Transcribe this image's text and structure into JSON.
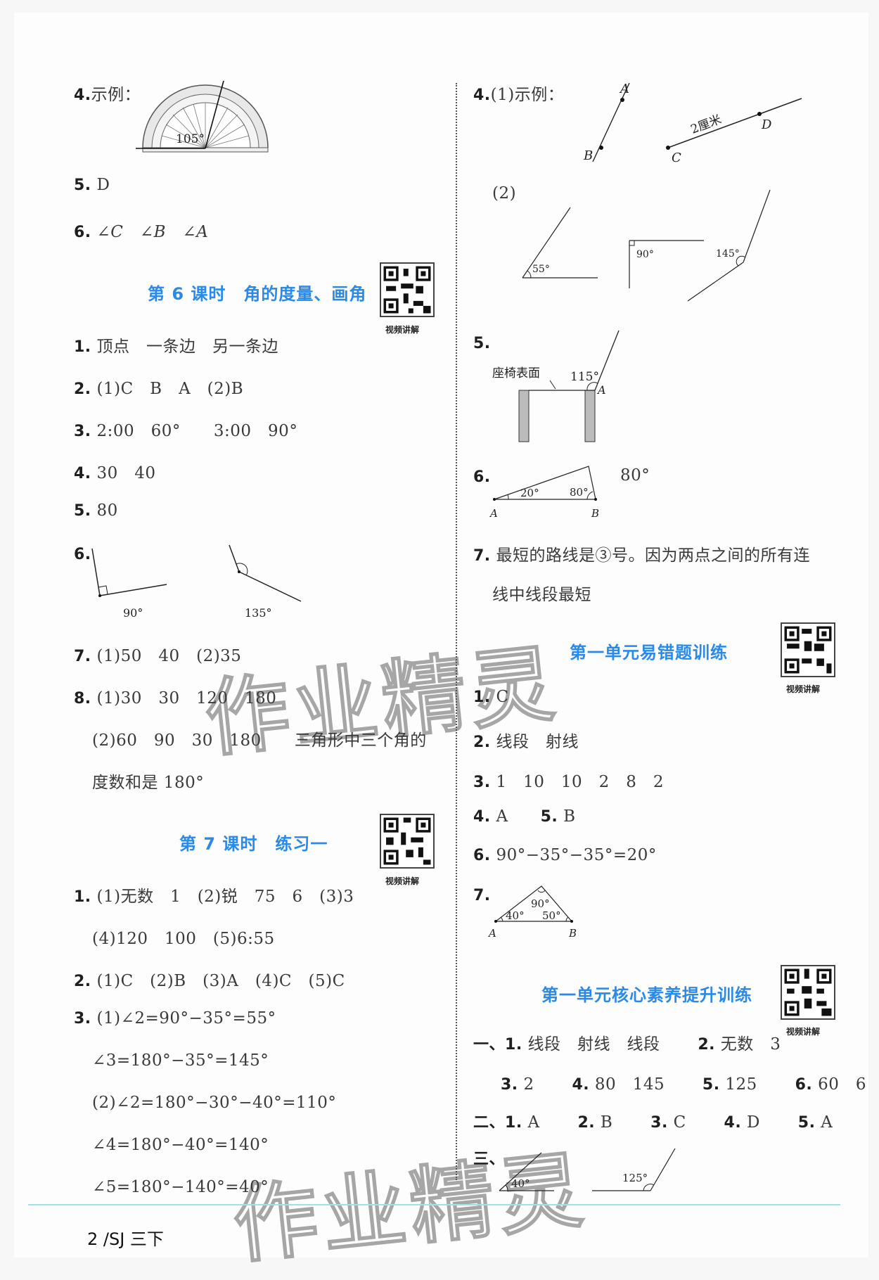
{
  "left": {
    "q4": {
      "num": "4.",
      "text": "示例：",
      "angle_label": "105°"
    },
    "q5": {
      "num": "5.",
      "text": "D"
    },
    "q6": {
      "num": "6.",
      "text": "∠C　∠B　∠A"
    },
    "lesson6": {
      "title": "第 6 课时　角的度量、画角",
      "qr_label": "视频讲解",
      "items": [
        {
          "num": "1.",
          "text": "顶点　一条边　另一条边"
        },
        {
          "num": "2.",
          "text": "(1)C　B　A　(2)B"
        },
        {
          "num": "3.",
          "text": "2:00　60°　　3:00　90°"
        },
        {
          "num": "4.",
          "text": "30　40"
        },
        {
          "num": "5.",
          "text": "80"
        },
        {
          "num": "6.",
          "fig_labels": [
            "90°",
            "135°"
          ]
        },
        {
          "num": "7.",
          "text": "(1)50　40　(2)35"
        },
        {
          "num": "8.",
          "text": "(1)30　30　120　180"
        },
        {
          "num": "",
          "text": "(2)60　90　30　180　　三角形中三个角的"
        },
        {
          "num": "",
          "text": "度数和是 180°"
        }
      ]
    },
    "lesson7": {
      "title": "第 7 课时　练习一",
      "qr_label": "视频讲解",
      "items": [
        {
          "num": "1.",
          "text": "(1)无数　1　(2)锐　75　6　(3)3"
        },
        {
          "num": "",
          "text": "(4)120　100　(5)6:55"
        },
        {
          "num": "2.",
          "text": "(1)C　(2)B　(3)A　(4)C　(5)C"
        },
        {
          "num": "3.",
          "text": "(1)∠2=90°−35°=55°"
        },
        {
          "num": "",
          "text": "∠3=180°−35°=145°"
        },
        {
          "num": "",
          "text": "(2)∠2=180°−30°−40°=110°"
        },
        {
          "num": "",
          "text": "∠4=180°−40°=140°"
        },
        {
          "num": "",
          "text": "∠5=180°−140°=40°"
        }
      ]
    }
  },
  "right": {
    "q4": {
      "num": "4.",
      "text": "(1)示例：",
      "sub2": "(2)",
      "labels": {
        "A": "A",
        "B": "B",
        "C": "C",
        "D": "D",
        "length": "2厘米"
      },
      "angles": [
        "55°",
        "90°",
        "145°"
      ]
    },
    "q5": {
      "num": "5.",
      "label": "座椅表面",
      "angle": "115°",
      "point": "A"
    },
    "q6": {
      "num": "6.",
      "answer": "80°",
      "angles": [
        "20°",
        "80°"
      ],
      "points": [
        "A",
        "B"
      ]
    },
    "q7": {
      "num": "7.",
      "text": "最短的路线是③号。因为两点之间的所有连",
      "text2": "线中线段最短"
    },
    "unit_errors": {
      "title": "第一单元易错题训练",
      "qr_label": "视频讲解",
      "items": [
        {
          "num": "1.",
          "text": "C"
        },
        {
          "num": "2.",
          "text": "线段　射线"
        },
        {
          "num": "3.",
          "text": "1　10　10　2　8　2"
        },
        {
          "num": "4.",
          "text": "A",
          "num2": "5.",
          "text2": "B"
        },
        {
          "num": "6.",
          "text": "90°−35°−35°=20°"
        },
        {
          "num": "7.",
          "angles": [
            "90°",
            "40°",
            "50°"
          ],
          "points": [
            "A",
            "B"
          ]
        }
      ]
    },
    "unit_core": {
      "title": "第一单元核心素养提升训练",
      "qr_label": "视频讲解",
      "part1_label": "一、",
      "part1": [
        {
          "num": "1.",
          "text": "线段　射线　线段"
        },
        {
          "num": "2.",
          "text": "无数　3"
        },
        {
          "num": "3.",
          "text": "2"
        },
        {
          "num": "4.",
          "text": "80　145"
        },
        {
          "num": "5.",
          "text": "125"
        },
        {
          "num": "6.",
          "text": "60　6"
        }
      ],
      "part2_label": "二、",
      "part2": [
        {
          "num": "1.",
          "text": "A"
        },
        {
          "num": "2.",
          "text": "B"
        },
        {
          "num": "3.",
          "text": "C"
        },
        {
          "num": "4.",
          "text": "D"
        },
        {
          "num": "5.",
          "text": "A"
        }
      ],
      "part3_label": "三、",
      "part3_angles": [
        "40°",
        "125°"
      ]
    }
  },
  "footer": {
    "text": "2 /SJ 三下"
  },
  "watermark": "作业精灵",
  "colors": {
    "section_title": "#2a8ae6",
    "footer_rule": "#9fe3e0"
  }
}
